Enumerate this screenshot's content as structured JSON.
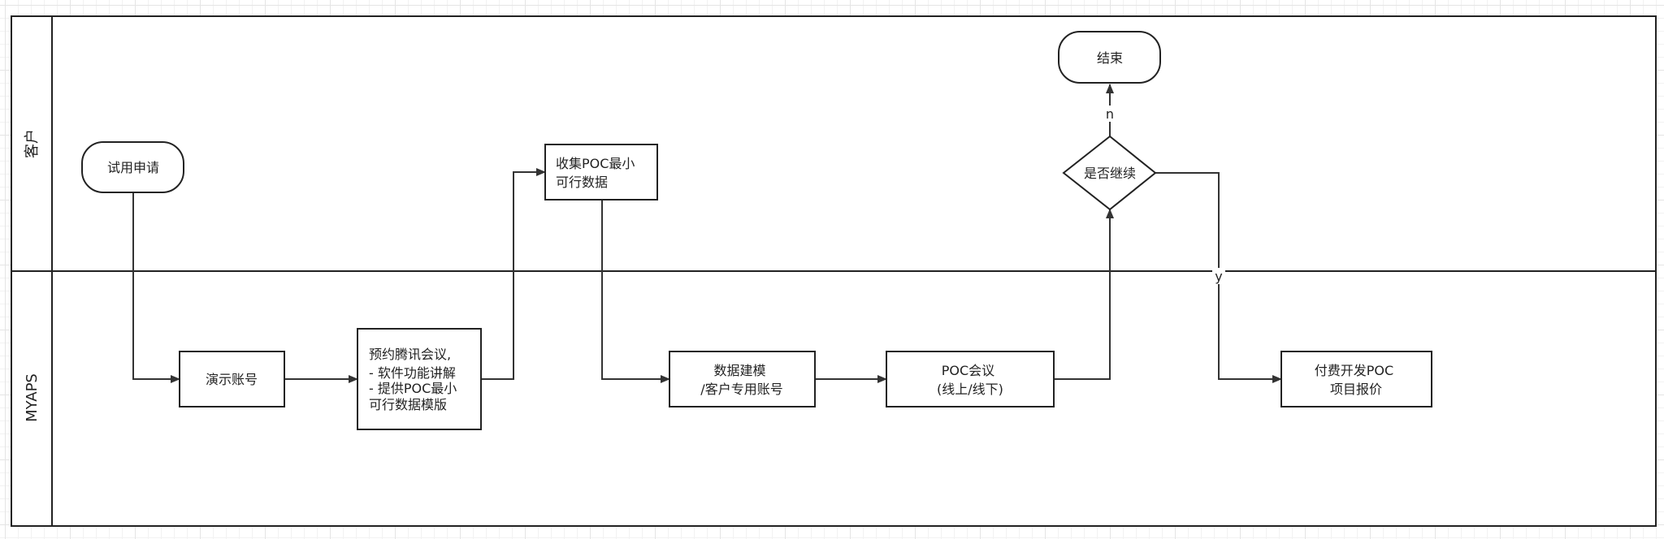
{
  "lanes": {
    "customer": "客户",
    "myaps": "MYAPS"
  },
  "nodes": {
    "trial_apply": "试用申请",
    "demo_account": "演示账号",
    "book_meeting": [
      "预约腾讯会议,",
      "- 软件功能讲解",
      "- 提供POC最小",
      "可行数据模版"
    ],
    "collect_poc": [
      "收集POC最小",
      "可行数据"
    ],
    "data_modeling": [
      "数据建模",
      "/客户专用账号"
    ],
    "poc_meeting": [
      "POC会议",
      "(线上/线下)"
    ],
    "decision": "是否继续",
    "end": "结束",
    "paid_poc": [
      "付费开发POC",
      "项目报价"
    ]
  },
  "edge_labels": {
    "no": "n",
    "yes": "y"
  }
}
